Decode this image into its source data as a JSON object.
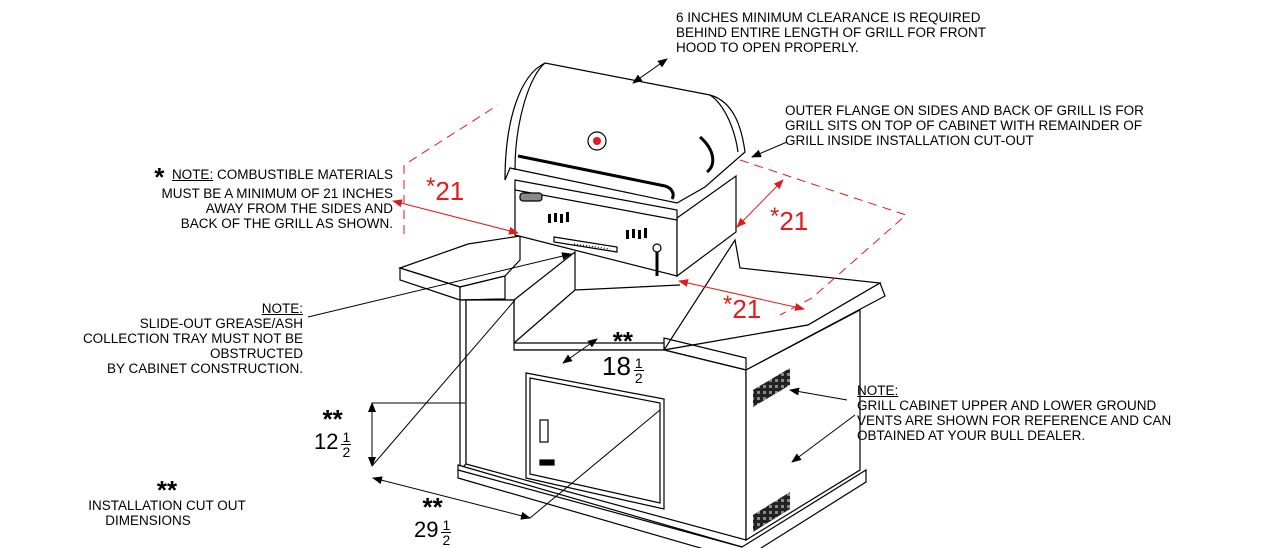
{
  "notes": {
    "clearance": [
      "6 INCHES MINIMUM CLEARANCE IS REQUIRED",
      "BEHIND ENTIRE LENGTH OF GRILL FOR FRONT",
      "HOOD TO OPEN PROPERLY."
    ],
    "flange": [
      "OUTER FLANGE ON SIDES AND BACK OF GRILL IS FOR",
      "GRILL SITS ON TOP OF CABINET WITH REMAINDER OF",
      "GRILL INSIDE INSTALLATION CUT-OUT"
    ],
    "combustible_star": "*",
    "combustible_label": "NOTE:",
    "combustible": [
      " COMBUSTIBLE MATERIALS",
      "MUST BE A MINIMUM OF 21 INCHES",
      "AWAY FROM THE SIDES AND",
      "BACK OF THE GRILL AS SHOWN."
    ],
    "tray_label": "NOTE:",
    "tray": [
      "SLIDE-OUT GREASE/ASH",
      "COLLECTION TRAY MUST NOT BE",
      "OBSTRUCTED",
      "BY CABINET CONSTRUCTION."
    ],
    "vents_label": "NOTE:",
    "vents": [
      "GRILL CABINET  UPPER AND LOWER GROUND",
      "VENTS ARE SHOWN FOR REFERENCE AND CAN",
      "OBTAINED AT YOUR BULL DEALER."
    ],
    "legend_stars": "**",
    "legend": [
      "INSTALLATION CUT OUT",
      "DIMENSIONS"
    ]
  },
  "clearance_dims": [
    {
      "star": "*",
      "value": "21"
    },
    {
      "star": "*",
      "value": "21"
    },
    {
      "star": "*",
      "value": "21"
    }
  ],
  "cutout_dims": {
    "depth": {
      "stars": "**",
      "whole": "18",
      "num": "1",
      "den": "2"
    },
    "height": {
      "stars": "**",
      "whole": "12",
      "num": "1",
      "den": "2"
    },
    "width": {
      "stars": "**",
      "whole": "29",
      "num": "1",
      "den": "2"
    }
  },
  "colors": {
    "clearance": "#e21b1b",
    "lines": "#000000"
  }
}
